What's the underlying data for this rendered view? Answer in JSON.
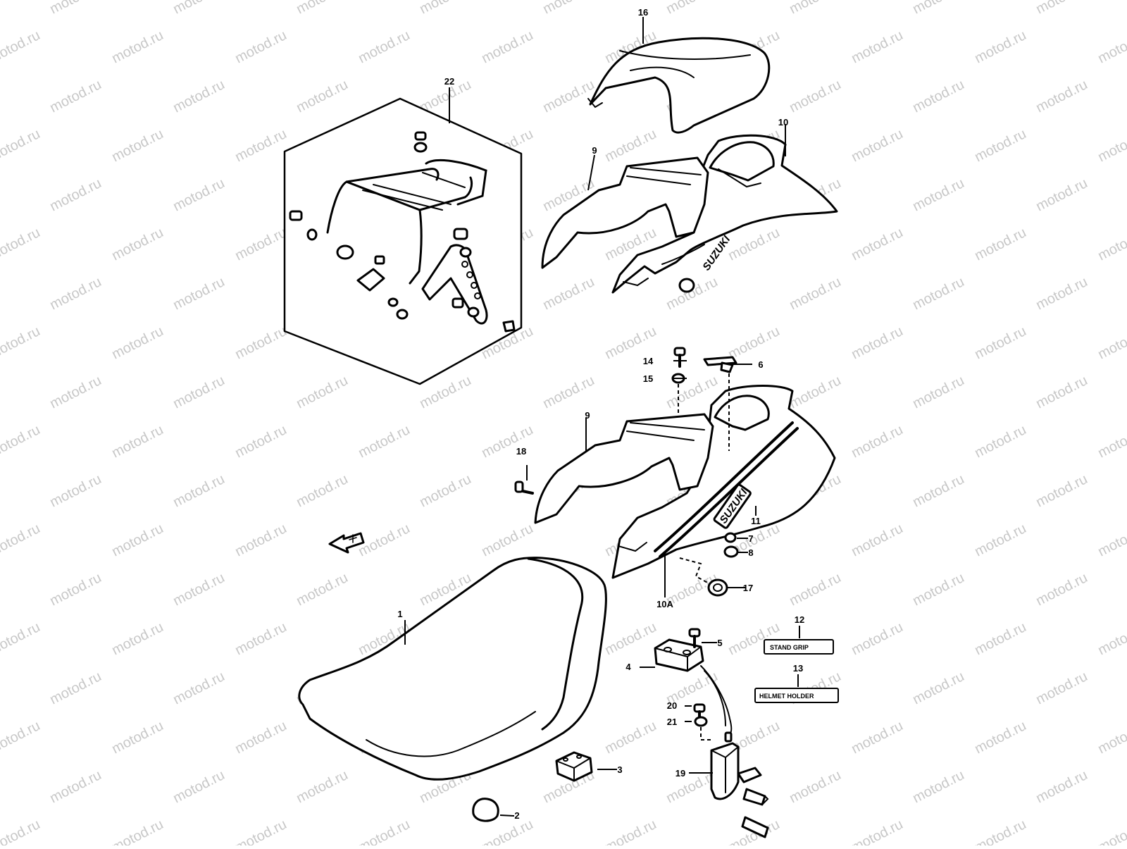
{
  "watermark": "motod.ru",
  "brand": "SUZUKI",
  "callouts": [
    "1",
    "2",
    "3",
    "4",
    "5",
    "6",
    "7",
    "8",
    "9",
    "10",
    "10A",
    "11",
    "12",
    "13",
    "14",
    "15",
    "16",
    "17",
    "18",
    "19",
    "20",
    "21",
    "22"
  ],
  "labels": {
    "stand_grip": "STAND GRIP",
    "helmet_holder": "HELMET HOLDER"
  }
}
